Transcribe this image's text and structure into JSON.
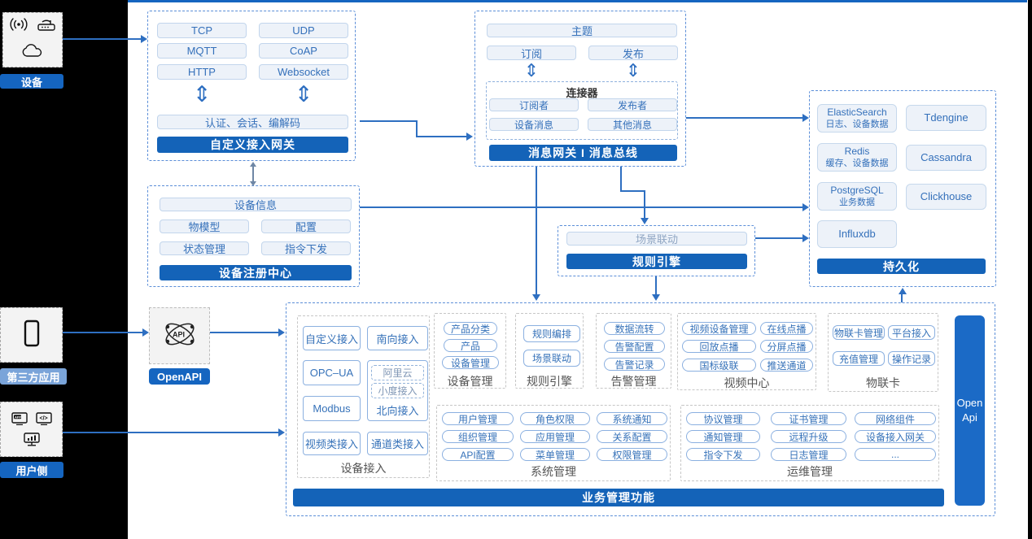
{
  "left_rail": {
    "device_label": "设备",
    "third_party_label": "第三方应用",
    "user_side_label": "用户侧",
    "openapi_label": "OpenAPI"
  },
  "custom_gateway": {
    "protocols": [
      "TCP",
      "UDP",
      "MQTT",
      "CoAP",
      "HTTP",
      "Websocket"
    ],
    "session_bar": "认证、会话、编解码",
    "title": "自定义接入网关"
  },
  "message_hub": {
    "topic": "主题",
    "subscribe": "订阅",
    "publish": "发布",
    "connector_title": "连接器",
    "connector_items": [
      "订阅者",
      "发布者",
      "设备消息",
      "其他消息"
    ],
    "title": "消息网关 I 消息总线"
  },
  "persistence": {
    "stores": [
      {
        "name": "ElasticSearch",
        "desc": "日志、设备数据"
      },
      {
        "name": "Tdengine"
      },
      {
        "name": "Redis",
        "desc": "缓存、设备数据"
      },
      {
        "name": "Cassandra"
      },
      {
        "name": "PostgreSQL",
        "desc": "业务数据"
      },
      {
        "name": "Clickhouse"
      },
      {
        "name": "Influxdb"
      }
    ],
    "title": "持久化"
  },
  "registry": {
    "device_info": "设备信息",
    "items": [
      "物模型",
      "配置",
      "状态管理",
      "指令下发"
    ],
    "title": "设备注册中心"
  },
  "rule_engine_box": {
    "scene_linkage": "场景联动",
    "title": "规则引擎"
  },
  "platform": {
    "device_access": {
      "label": "设备接入",
      "custom": "自定义接入",
      "south": "南向接入",
      "opcua": "OPC–UA",
      "aliyun": "阿里云",
      "xiaodu": "小度接入",
      "north": "北向接入",
      "modbus": "Modbus",
      "video": "视频类接入",
      "channel": "通道类接入"
    },
    "device_mgmt": {
      "label": "设备管理",
      "items": [
        "产品分类",
        "产品",
        "设备管理"
      ]
    },
    "rule_engine": {
      "label": "规则引擎",
      "items": [
        "规则编排",
        "场景联动"
      ]
    },
    "alarm": {
      "label": "告警管理",
      "items": [
        "数据流转",
        "告警配置",
        "告警记录"
      ]
    },
    "video_center": {
      "label": "视频中心",
      "items": [
        "视频设备管理",
        "在线点播",
        "回放点播",
        "分屏点播",
        "国标级联",
        "推送通道"
      ]
    },
    "iot_card": {
      "label": "物联卡",
      "items": [
        "物联卡管理",
        "平台接入",
        "充值管理",
        "操作记录"
      ]
    },
    "system_mgmt": {
      "label": "系统管理",
      "items": [
        "用户管理",
        "角色权限",
        "系统通知",
        "组织管理",
        "应用管理",
        "关系配置",
        "API配置",
        "菜单管理",
        "权限管理"
      ]
    },
    "ops_mgmt": {
      "label": "运维管理",
      "items": [
        "协议管理",
        "证书管理",
        "网络组件",
        "通知管理",
        "远程升级",
        "设备接入网关",
        "指令下发",
        "日志管理",
        "..."
      ]
    },
    "bottom_bar": "业务管理功能",
    "open_api": "Open Api"
  },
  "colors": {
    "accent": "#1463b8",
    "arrow": "#2e6fc1",
    "button_text": "#3470ba"
  }
}
